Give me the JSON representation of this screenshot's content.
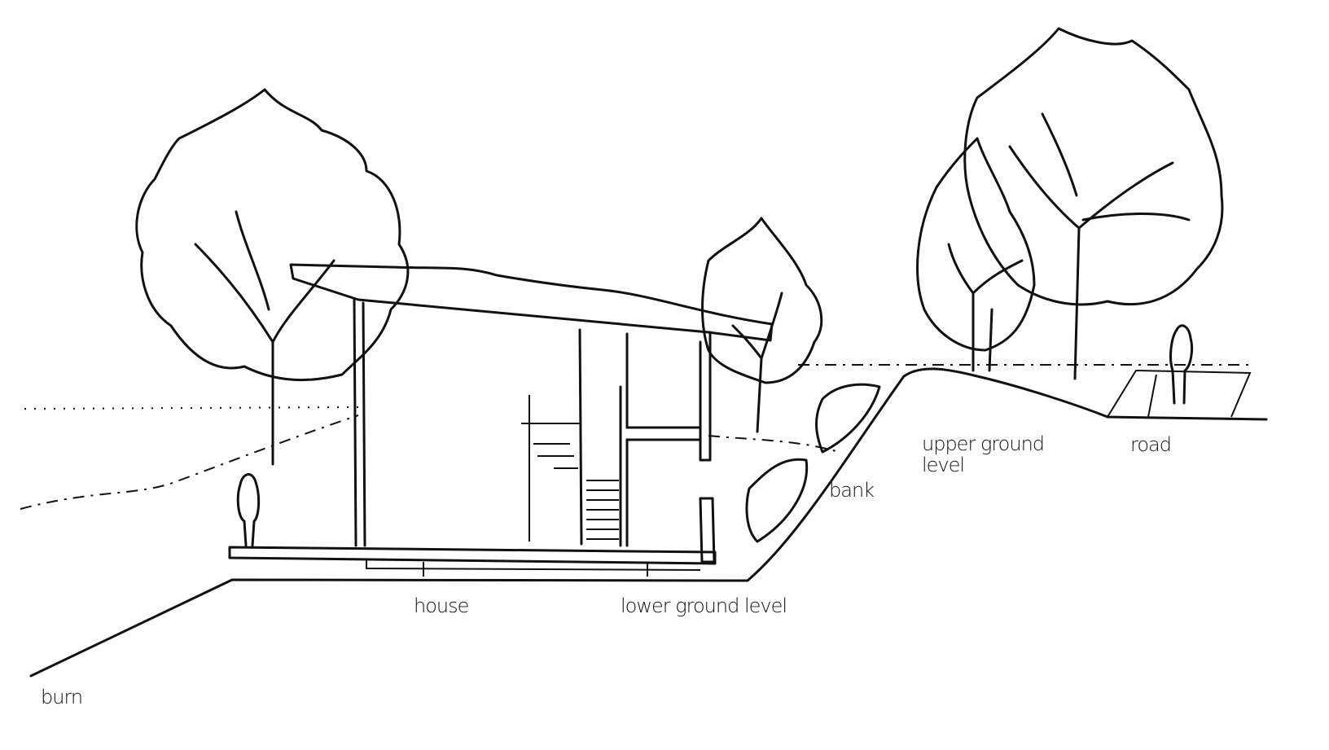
{
  "labels": {
    "burn": "burn",
    "house": "house",
    "lower_ground_level": "lower ground level",
    "bank": "bank",
    "upper_ground_level_line1": "upper ground",
    "upper_ground_level_line2": "level",
    "road": "road"
  }
}
